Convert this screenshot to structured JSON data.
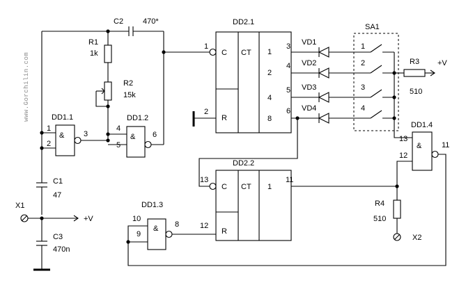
{
  "watermark": "www.Gorchilin.com",
  "components": {
    "dd11": {
      "ref": "DD1.1",
      "sym": "&",
      "in1": "1",
      "in2": "2",
      "out": "3"
    },
    "dd12": {
      "ref": "DD1.2",
      "sym": "&",
      "in1": "4",
      "in2": "5",
      "out": "6"
    },
    "dd13": {
      "ref": "DD1.3",
      "sym": "&",
      "in1": "10",
      "in2": "9",
      "out": "8"
    },
    "dd14": {
      "ref": "DD1.4",
      "sym": "&",
      "in1": "13",
      "in2": "12",
      "out": "11"
    },
    "dd21": {
      "ref": "DD2.1",
      "type": "CT",
      "c": "C",
      "r": "R",
      "pin_c": "1",
      "pin_r": "2",
      "outs": [
        "1",
        "2",
        "4",
        "8"
      ],
      "pins": [
        "3",
        "4",
        "5",
        "6"
      ]
    },
    "dd22": {
      "ref": "DD2.2",
      "type": "CT",
      "c": "C",
      "r": "R",
      "pin_c": "13",
      "pin_r": "12",
      "out": "1",
      "pin_out": "11"
    },
    "r1": {
      "ref": "R1",
      "value": "1k"
    },
    "r2": {
      "ref": "R2",
      "value": "15k"
    },
    "r3": {
      "ref": "R3",
      "value": "510"
    },
    "r4": {
      "ref": "R4",
      "value": "510"
    },
    "c1": {
      "ref": "C1",
      "value": "47"
    },
    "c2": {
      "ref": "C2",
      "value": "470*"
    },
    "c3": {
      "ref": "C3",
      "value": "470n"
    },
    "diodes": [
      "VD1",
      "VD2",
      "VD3",
      "VD4"
    ],
    "sa1": {
      "ref": "SA1",
      "positions": [
        "1",
        "2",
        "3",
        "4"
      ]
    },
    "x1": {
      "ref": "X1"
    },
    "x2": {
      "ref": "X2"
    }
  },
  "supply": "+V"
}
